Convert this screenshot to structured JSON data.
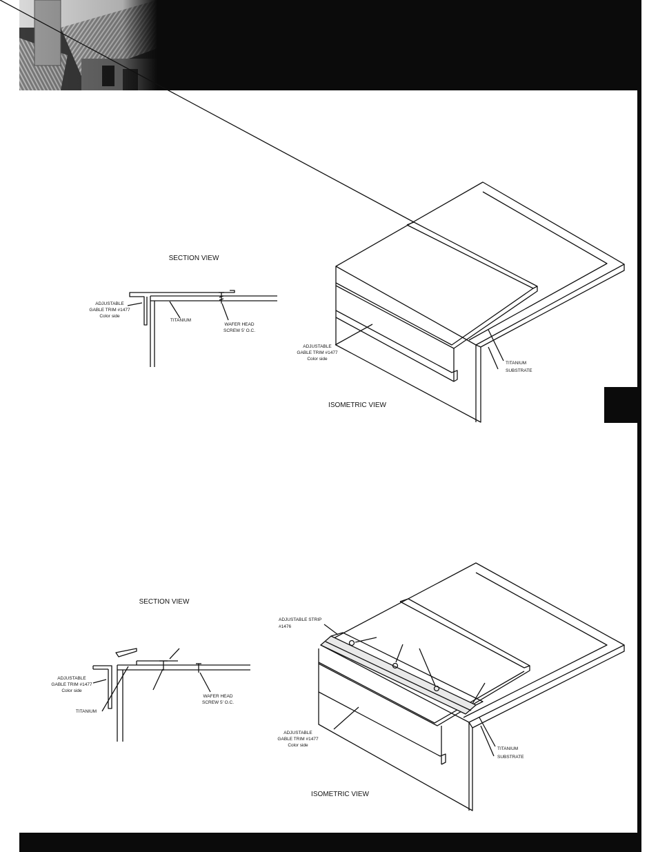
{
  "detail_top": {
    "section_title": "SECTION VIEW",
    "section_labels": {
      "trim_line1": "ADJUSTABLE",
      "trim_line2": "GABLE TRIM #1477",
      "trim_line3": "Color side",
      "underlayment": "TITANIUM",
      "screw_line1": "WAFER HEAD",
      "screw_line2": "SCREW 5' O.C."
    },
    "iso_title": "ISOMETRIC VIEW",
    "iso_labels": {
      "trim_line1": "ADJUSTABLE",
      "trim_line2": "GABLE TRIM #1477",
      "trim_line3": "Color side",
      "underlayment": "TITANIUM",
      "substrate": "SUBSTRATE"
    }
  },
  "detail_bottom": {
    "section_title": "SECTION VIEW",
    "section_labels": {
      "trim_line1": "ADJUSTABLE",
      "trim_line2": "GABLE TRIM #1477",
      "trim_line3": "Color side",
      "underlayment": "TITANIUM",
      "screw_line1": "WAFER HEAD",
      "screw_line2": "SCREW 5' O.C."
    },
    "iso_title": "ISOMETRIC VIEW",
    "iso_labels": {
      "strip_line1": "ADJUSTABLE STRIP",
      "strip_line2": "#1476",
      "trim_line1": "ADJUSTABLE",
      "trim_line2": "GABLE TRIM #1477",
      "trim_line3": "Color side",
      "underlayment": "TITANIUM",
      "substrate": "SUBSTRATE"
    }
  }
}
